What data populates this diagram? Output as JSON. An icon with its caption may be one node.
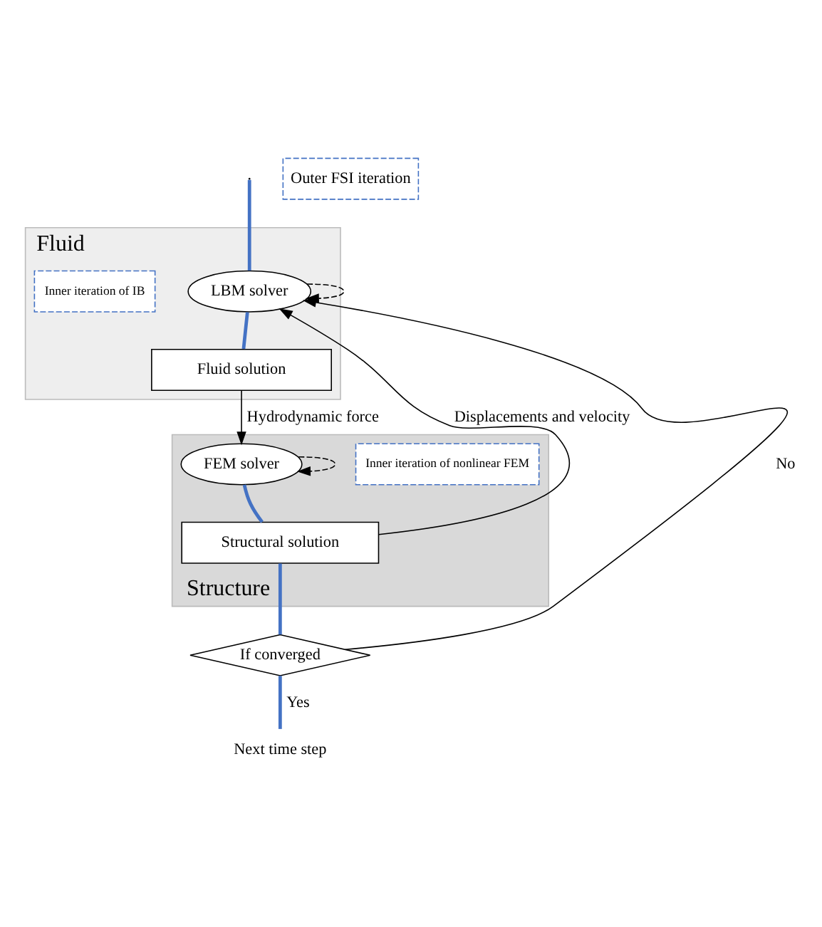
{
  "diagram": {
    "nodes": [
      {
        "text": [
          "Fluid"
        ]
      },
      {
        "text": [
          "LBM solver"
        ],
        "in": 0
      },
      {
        "text": [
          "Inner iteration of IB"
        ],
        "in": 0
      },
      {
        "text": [
          "Fluid solution"
        ],
        "in": 0
      },
      {
        "text": [
          "Structure"
        ]
      },
      {
        "text": [
          "Inner iteration of nonlinear FEM"
        ],
        "in": 4
      },
      {
        "text": [
          "FEM solver"
        ],
        "in": 4
      },
      {
        "text": [
          "Structural solution"
        ],
        "in": 4
      },
      {
        "text": [
          "If converged"
        ]
      },
      {
        "text": [
          "Next time step"
        ]
      },
      {
        "text": [
          "Outer FSI iteration"
        ]
      }
    ],
    "edges": [
      {
        "from": null,
        "to": 1,
        "arrow": "none",
        "style": "thick"
      },
      {
        "from": 1,
        "to": 1,
        "arrow": "to",
        "style": "dashed",
        "color": "#000000"
      },
      {
        "from": 1,
        "to": 3,
        "arrow": "none",
        "style": "thick"
      },
      {
        "from": 3,
        "to": 6,
        "arrow": "to",
        "label": "Hydrodynamic force",
        "color": "#000000"
      },
      {
        "from": 6,
        "to": 6,
        "arrow": "to",
        "style": "dashed",
        "color": "#000000"
      },
      {
        "from": 6,
        "to": 7,
        "arrow": "none",
        "style": "thick"
      },
      {
        "from": 7,
        "to": 1,
        "arrow": "to",
        "label": "Displacements and velocity",
        "color": "#000000"
      },
      {
        "from": 7,
        "to": 8,
        "arrow": "none",
        "style": "thick"
      },
      {
        "from": 8,
        "to": 9,
        "arrow": "none",
        "label": "Yes",
        "style": "thick"
      },
      {
        "from": 8,
        "to": 1,
        "arrow": "to",
        "label": "No",
        "color": "#000000"
      }
    ]
  }
}
